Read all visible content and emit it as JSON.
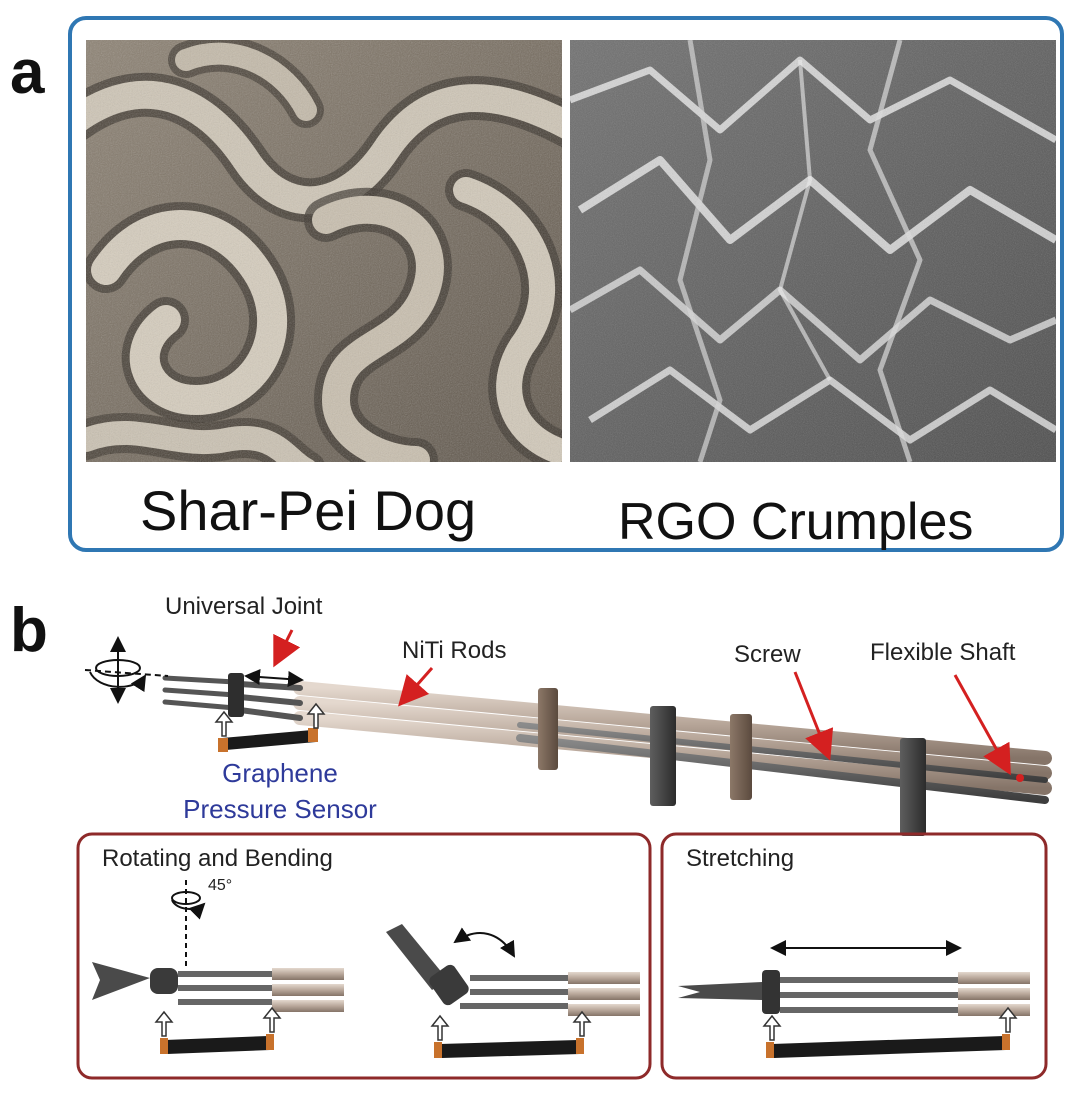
{
  "panel_a": {
    "letter": "a",
    "left_caption": "Shar-Pei Dog",
    "right_caption": "RGO Crumples",
    "frame_color": "#2f77b3"
  },
  "panel_b": {
    "letter": "b",
    "labels": {
      "universal_joint": "Universal Joint",
      "niti_rods": "NiTi Rods",
      "screw": "Screw",
      "flexible_shaft": "Flexible Shaft",
      "sensor_line1": "Graphene",
      "sensor_line2": "Pressure Sensor"
    },
    "inset_rotating": {
      "title": "Rotating and Bending",
      "angle": "45°"
    },
    "inset_stretching": {
      "title": "Stretching"
    },
    "colors": {
      "inset_frame": "#8e2a2a",
      "arrow_red": "#d42020",
      "sensor_text": "#2e3a9a",
      "rod": "#bfaea2",
      "sensor_pad": "#c8722c"
    }
  }
}
